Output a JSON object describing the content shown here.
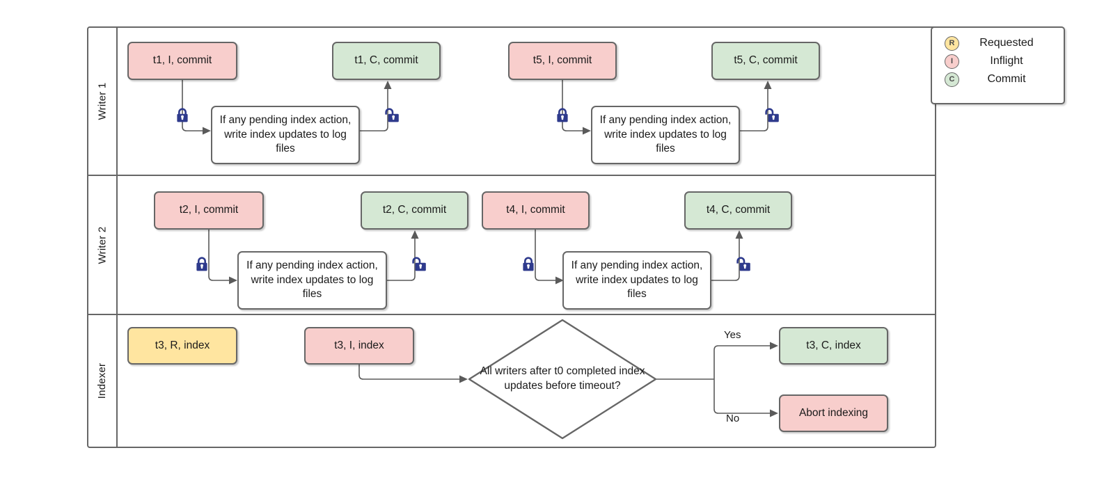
{
  "diagram": {
    "title": "Writer / Indexer concurrency swimlane diagram",
    "colors": {
      "inflight": "#f8cecc",
      "commit": "#d5e8d4",
      "requested": "#ffe5a0",
      "process": "#ffffff",
      "stroke": "#666666",
      "edge": "#5a5a5a",
      "lock": "#2e3a8c"
    }
  },
  "lanes": [
    {
      "label": "Writer 1"
    },
    {
      "label": "Writer 2"
    },
    {
      "label": "Indexer"
    }
  ],
  "writer1": {
    "start_node": "t1, I, commit",
    "process": "If any pending index action, write index updates to log files",
    "end_node": "t1, C, commit",
    "start_node_2": "t5, I, commit",
    "process_2": "If any pending index action, write index updates to log files",
    "end_node_2": "t5, C, commit",
    "lock_closed_icon": "lock-closed-icon",
    "lock_open_icon": "lock-open-icon"
  },
  "writer2": {
    "start_node": "t2, I, commit",
    "process": "If any pending index action, write index updates to log files",
    "end_node": "t2, C, commit",
    "start_node_2": "t4, I, commit",
    "process_2": "If any pending index action, write index updates to log files",
    "end_node_2": "t4, C, commit",
    "lock_closed_icon": "lock-closed-icon",
    "lock_open_icon": "lock-open-icon"
  },
  "indexer": {
    "requested_node": "t3, R, index",
    "inflight_node": "t3, I, index",
    "decision": "All writers after t0 completed index updates before timeout?",
    "yes_label": "Yes",
    "no_label": "No",
    "yes_node": "t3, C, index",
    "no_node": "Abort indexing"
  },
  "legend": {
    "items": [
      {
        "badge": "R",
        "label": "Requested",
        "color": "#ffe5a0",
        "icon": "requested-badge-icon"
      },
      {
        "badge": "I",
        "label": "Inflight",
        "color": "#f8cecc",
        "icon": "inflight-badge-icon"
      },
      {
        "badge": "C",
        "label": "Commit",
        "color": "#d5e8d4",
        "icon": "commit-badge-icon"
      }
    ]
  }
}
